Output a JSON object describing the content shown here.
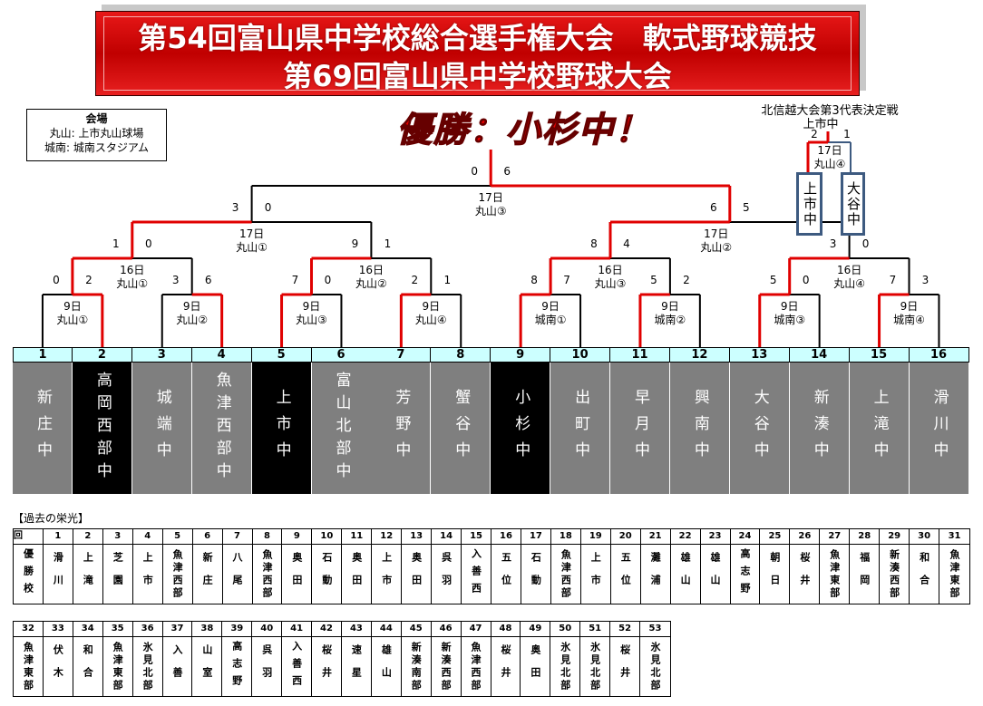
{
  "title": {
    "line1": "第54回富山県中学校総合選手権大会　軟式野球競技",
    "line2": "第69回富山県中学校野球大会"
  },
  "champion": "優勝：小杉中！",
  "venue": {
    "heading": "会場",
    "lines": [
      "丸山: 上市丸山球場",
      "城南: 城南スタジアム"
    ]
  },
  "colors": {
    "win_line": "#e00000",
    "line": "#000000",
    "team_bg": "#7f7f7f",
    "team_highlight": "#000000",
    "header_bg": "#ccffff"
  },
  "teams": [
    {
      "no": "1",
      "name": "新庄中",
      "highlight": false
    },
    {
      "no": "2",
      "name": "高岡西部中",
      "highlight": true
    },
    {
      "no": "3",
      "name": "城端中",
      "highlight": false
    },
    {
      "no": "4",
      "name": "魚津西部中",
      "highlight": false
    },
    {
      "no": "5",
      "name": "上市中",
      "highlight": true
    },
    {
      "no": "6",
      "name": "富山北部中",
      "highlight": false
    },
    {
      "no": "7",
      "name": "芳野中",
      "highlight": false
    },
    {
      "no": "8",
      "name": "蟹谷中",
      "highlight": false
    },
    {
      "no": "9",
      "name": "小杉中",
      "highlight": true
    },
    {
      "no": "10",
      "name": "出町中",
      "highlight": false
    },
    {
      "no": "11",
      "name": "早月中",
      "highlight": false
    },
    {
      "no": "12",
      "name": "興南中",
      "highlight": false
    },
    {
      "no": "13",
      "name": "大谷中",
      "highlight": false
    },
    {
      "no": "14",
      "name": "新湊中",
      "highlight": false
    },
    {
      "no": "15",
      "name": "上滝中",
      "highlight": false
    },
    {
      "no": "16",
      "name": "滑川中",
      "highlight": false
    }
  ],
  "rounds": [
    [
      {
        "date": "9日",
        "venue": "丸山①",
        "scores": [
          0,
          2
        ]
      },
      {
        "date": "9日",
        "venue": "丸山②",
        "scores": [
          3,
          6
        ]
      },
      {
        "date": "9日",
        "venue": "丸山③",
        "scores": [
          7,
          0
        ]
      },
      {
        "date": "9日",
        "venue": "丸山④",
        "scores": [
          2,
          1
        ]
      },
      {
        "date": "9日",
        "venue": "城南①",
        "scores": [
          8,
          7
        ]
      },
      {
        "date": "9日",
        "venue": "城南②",
        "scores": [
          5,
          2
        ]
      },
      {
        "date": "9日",
        "venue": "城南③",
        "scores": [
          5,
          0
        ]
      },
      {
        "date": "9日",
        "venue": "城南④",
        "scores": [
          7,
          3
        ]
      }
    ],
    [
      {
        "date": "16日",
        "venue": "丸山①",
        "scores": [
          1,
          0
        ]
      },
      {
        "date": "16日",
        "venue": "丸山②",
        "scores": [
          9,
          1
        ]
      },
      {
        "date": "16日",
        "venue": "丸山③",
        "scores": [
          8,
          4
        ]
      },
      {
        "date": "16日",
        "venue": "丸山④",
        "scores": [
          3,
          0
        ]
      }
    ],
    [
      {
        "date": "17日",
        "venue": "丸山①",
        "scores": [
          3,
          0
        ]
      },
      {
        "date": "17日",
        "venue": "丸山②",
        "scores": [
          6,
          5
        ]
      }
    ],
    [
      {
        "date": "17日",
        "venue": "丸山③",
        "scores": [
          0,
          6
        ]
      }
    ]
  ],
  "third_place": {
    "heading": "北信越大会第3代表決定戦",
    "winner": "上市中",
    "date": "17日",
    "venue": "丸山④",
    "scores": [
      2,
      1
    ],
    "teams": [
      "上市中",
      "大谷中"
    ]
  },
  "history": {
    "heading": "【過去の栄光】",
    "round_label": "回",
    "winner_label": "優勝校",
    "entries": [
      {
        "no": "1",
        "school": "滑川"
      },
      {
        "no": "2",
        "school": "上滝"
      },
      {
        "no": "3",
        "school": "芝園"
      },
      {
        "no": "4",
        "school": "上市"
      },
      {
        "no": "5",
        "school": "魚津西部"
      },
      {
        "no": "6",
        "school": "新庄"
      },
      {
        "no": "7",
        "school": "八尾"
      },
      {
        "no": "8",
        "school": "魚津西部"
      },
      {
        "no": "9",
        "school": "奥田"
      },
      {
        "no": "10",
        "school": "石動"
      },
      {
        "no": "11",
        "school": "奥田"
      },
      {
        "no": "12",
        "school": "上市"
      },
      {
        "no": "13",
        "school": "奥田"
      },
      {
        "no": "14",
        "school": "呉羽"
      },
      {
        "no": "15",
        "school": "入善西"
      },
      {
        "no": "16",
        "school": "五位"
      },
      {
        "no": "17",
        "school": "石動"
      },
      {
        "no": "18",
        "school": "魚津西部"
      },
      {
        "no": "19",
        "school": "上市"
      },
      {
        "no": "20",
        "school": "五位"
      },
      {
        "no": "21",
        "school": "灘浦"
      },
      {
        "no": "22",
        "school": "雄山"
      },
      {
        "no": "23",
        "school": "雄山"
      },
      {
        "no": "24",
        "school": "高志野"
      },
      {
        "no": "25",
        "school": "朝日"
      },
      {
        "no": "26",
        "school": "桜井"
      },
      {
        "no": "27",
        "school": "魚津東部"
      },
      {
        "no": "28",
        "school": "福岡"
      },
      {
        "no": "29",
        "school": "新湊西部"
      },
      {
        "no": "30",
        "school": "和合"
      },
      {
        "no": "31",
        "school": "魚津東部"
      },
      {
        "no": "32",
        "school": "魚津東部"
      },
      {
        "no": "33",
        "school": "伏木"
      },
      {
        "no": "34",
        "school": "和合"
      },
      {
        "no": "35",
        "school": "魚津東部"
      },
      {
        "no": "36",
        "school": "氷見北部"
      },
      {
        "no": "37",
        "school": "入善"
      },
      {
        "no": "38",
        "school": "山室"
      },
      {
        "no": "39",
        "school": "高志野"
      },
      {
        "no": "40",
        "school": "呉羽"
      },
      {
        "no": "41",
        "school": "入善西"
      },
      {
        "no": "42",
        "school": "桜井"
      },
      {
        "no": "43",
        "school": "速星"
      },
      {
        "no": "44",
        "school": "雄山"
      },
      {
        "no": "45",
        "school": "新湊南部"
      },
      {
        "no": "46",
        "school": "新湊西部"
      },
      {
        "no": "47",
        "school": "魚津西部"
      },
      {
        "no": "48",
        "school": "桜井"
      },
      {
        "no": "49",
        "school": "奥田"
      },
      {
        "no": "50",
        "school": "氷見北部"
      },
      {
        "no": "51",
        "school": "氷見北部"
      },
      {
        "no": "52",
        "school": "桜井"
      },
      {
        "no": "53",
        "school": "氷見北部"
      }
    ]
  }
}
